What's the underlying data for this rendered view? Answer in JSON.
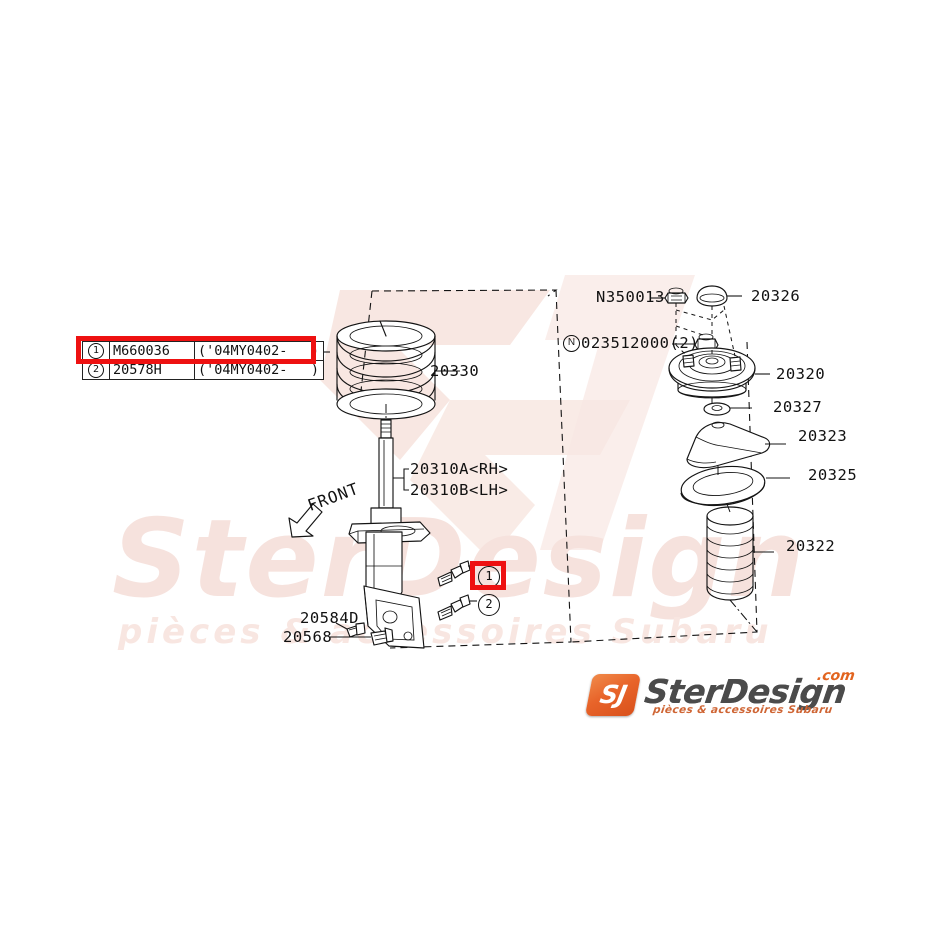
{
  "document": {
    "type": "subaru-parts-diagram",
    "subject": "Front strut / suspension exploded view",
    "background_color": "#ffffff",
    "line_color": "#111111",
    "highlight_color": "#ee1111"
  },
  "parts_table": {
    "rows": [
      {
        "index": "1",
        "part_number": "M660036",
        "applicability": "('04MY0402-",
        "range_end": ")",
        "highlighted": true
      },
      {
        "index": "2",
        "part_number": "20578H",
        "applicability": "('04MY0402-",
        "range_end": ")",
        "highlighted": false
      }
    ]
  },
  "labels": [
    {
      "id": "n350013",
      "text": "N350013"
    },
    {
      "id": "023512000",
      "text": "023512000(2)",
      "prefix_circle": "N"
    },
    {
      "id": "20326",
      "text": "20326"
    },
    {
      "id": "20320",
      "text": "20320"
    },
    {
      "id": "20327",
      "text": "20327"
    },
    {
      "id": "20323",
      "text": "20323"
    },
    {
      "id": "20325",
      "text": "20325"
    },
    {
      "id": "20322",
      "text": "20322"
    },
    {
      "id": "20330",
      "text": "20330"
    },
    {
      "id": "20310a",
      "text": "20310A<RH>"
    },
    {
      "id": "20310b",
      "text": "20310B<LH>"
    },
    {
      "id": "20584d",
      "text": "20584D"
    },
    {
      "id": "20568",
      "text": "20568"
    }
  ],
  "callouts": [
    {
      "id": "callout-1",
      "text": "1",
      "highlighted": true
    },
    {
      "id": "callout-2",
      "text": "2",
      "highlighted": false
    }
  ],
  "orientation": {
    "front_arrow_label": "FRONT"
  },
  "watermark": {
    "main_text": "SterDesign",
    "sub_text": "pièces  &  accessoires Subaru"
  },
  "logo": {
    "badge_text": "SJ",
    "wordmark": "SterDesign",
    "domain": ".com",
    "tagline": "pièces & accessoires Subaru"
  }
}
